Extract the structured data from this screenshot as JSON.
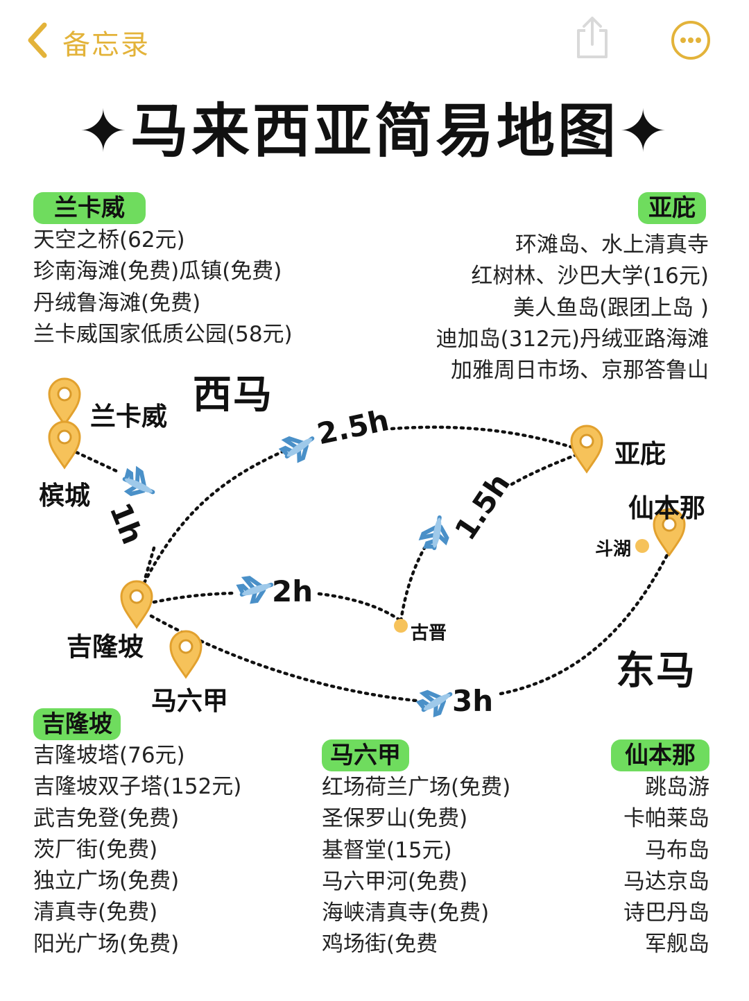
{
  "topbar": {
    "back_label": "备忘录"
  },
  "title": "✦马来西亚简易地图✦",
  "colors": {
    "accent": "#e3b33a",
    "tag_green": "#6fdc5e",
    "pin_orange": "#f6c25a",
    "pin_stroke": "#e2a12e"
  },
  "sections": {
    "langkawi": {
      "tag": "兰卡威",
      "items": [
        "天空之桥(62元)",
        "珍南海滩(免费)瓜镇(免费)",
        "丹绒鲁海滩(免费)",
        "兰卡威国家低质公园(58元)"
      ]
    },
    "kota_kinabalu": {
      "tag": "亚庇",
      "items": [
        "环滩岛、水上清真寺",
        "红树林、沙巴大学(16元)",
        "美人鱼岛(跟团上岛 )",
        "迪加岛(312元)丹绒亚路海滩",
        "加雅周日市场、京那答鲁山"
      ]
    },
    "kuala_lumpur": {
      "tag": "吉隆坡",
      "items": [
        "吉隆坡塔(76元)",
        "吉隆坡双子塔(152元)",
        "武吉免登(免费)",
        "茨厂街(免费)",
        "独立广场(免费)",
        "清真寺(免费)",
        "阳光广场(免费)"
      ]
    },
    "malacca": {
      "tag": "马六甲",
      "items": [
        "红场荷兰广场(免费)",
        "圣保罗山(免费)",
        "基督堂(15元)",
        "马六甲河(免费)",
        "海峡清真寺(免费)",
        "鸡场街(免费"
      ]
    },
    "semporna": {
      "tag": "仙本那",
      "items": [
        "跳岛游",
        "卡帕莱岛",
        "马布岛",
        "马达京岛",
        "诗巴丹岛",
        "军舰岛"
      ]
    }
  },
  "map": {
    "regions": {
      "west": "西马",
      "east": "东马"
    },
    "places": {
      "langkawi": "兰卡威",
      "penang": "槟城",
      "kuala_lumpur": "吉隆坡",
      "malacca": "马六甲",
      "kota_kinabalu": "亚庇",
      "semporna": "仙本那",
      "tawau": "斗湖",
      "kuching": "古晋"
    },
    "flights": {
      "penang_kl": "1h",
      "kl_kk": "2.5h",
      "kl_kuching": "2h",
      "kuching_kk": "1.5h",
      "kl_semporna": "3h"
    }
  }
}
